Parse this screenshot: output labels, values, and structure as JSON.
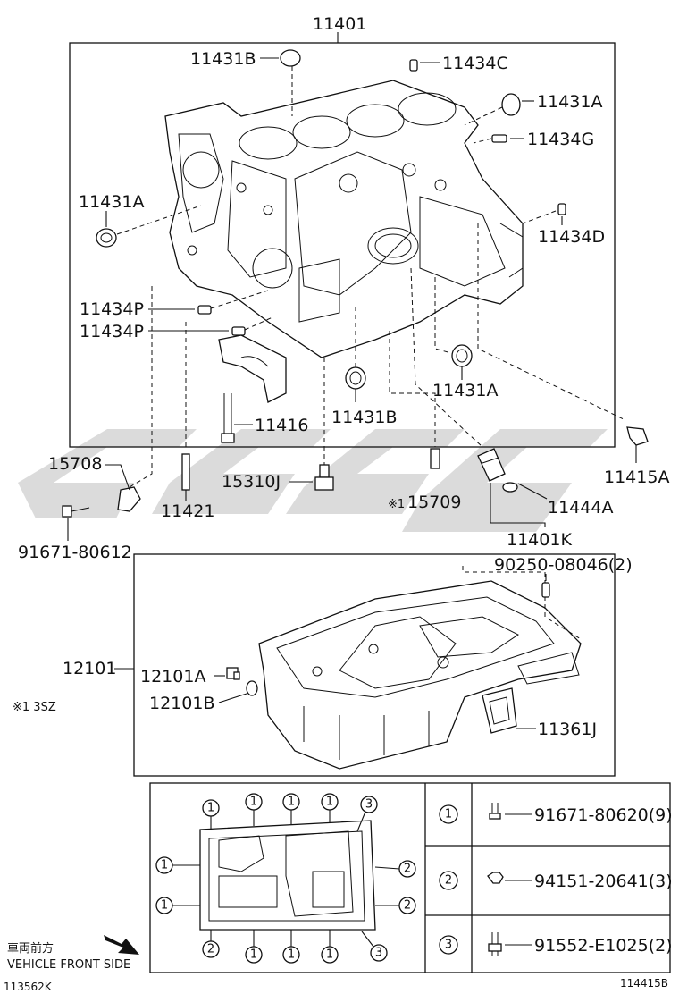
{
  "labels": {
    "block_assy": "11401",
    "plug_top": "11431B",
    "pin_c": "11434C",
    "plug_right": "11431A",
    "pin_g": "11434G",
    "plug_left": "11431A",
    "pin_d": "11434D",
    "pin_p1": "11434P",
    "pin_p2": "11434P",
    "plug_bottom_b": "11431B",
    "plug_bottom_a": "11431A",
    "bolt": "11416",
    "sensor": "11415A",
    "bracket": "15708",
    "stud": "11421",
    "drain_cock": "15310J",
    "jet": "15709",
    "jet_note_mark": "※1",
    "oring": "11444A",
    "sub_assy": "11401K",
    "bracket_bolt": "91671-80612",
    "pan_stud": "90250-08046(2)",
    "oil_pan": "12101",
    "drain_plug": "12101A",
    "gasket": "12101B",
    "strainer": "11361J",
    "footnote": "※1 3SZ"
  },
  "legend": {
    "rows": [
      {
        "num": "1",
        "part": "91671-80620(9)"
      },
      {
        "num": "2",
        "part": "94151-20641(3)"
      },
      {
        "num": "3",
        "part": "91552-E1025(2)"
      }
    ]
  },
  "layout_callouts": {
    "top": [
      "1",
      "1",
      "1",
      "1",
      "3"
    ],
    "left": [
      "1",
      "1"
    ],
    "right": [
      "2",
      "2"
    ],
    "bottom": [
      "2",
      "1",
      "1",
      "1",
      "3"
    ]
  },
  "direction": {
    "jp": "車両前方",
    "en": "VEHICLE FRONT SIDE"
  },
  "codes": {
    "left": "113562K",
    "right": "114415B"
  }
}
